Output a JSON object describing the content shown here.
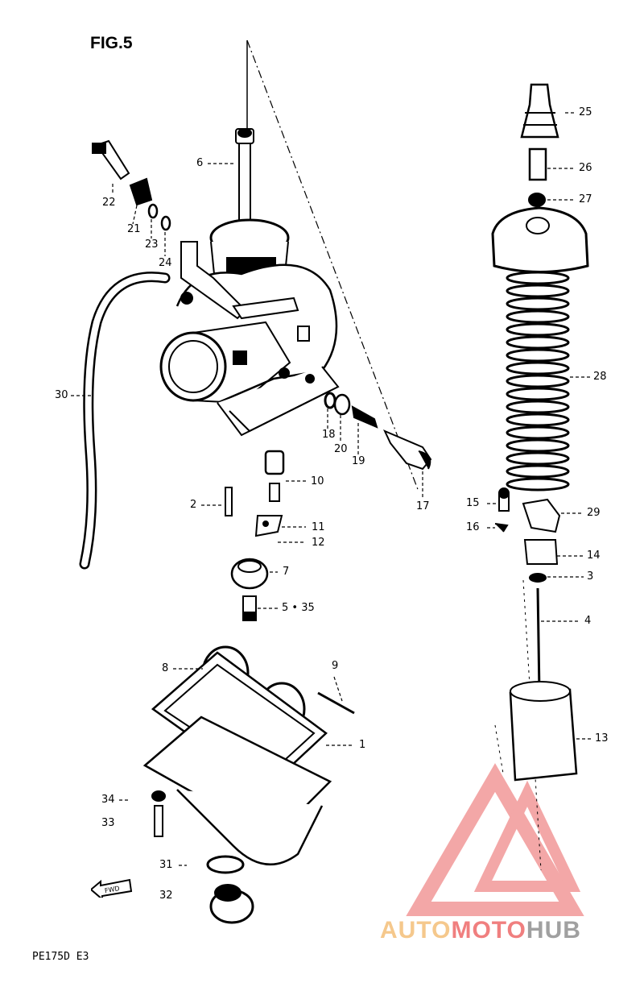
{
  "title": "FIG.5",
  "model_code": "PE175D E3",
  "forward_mark": "FWD",
  "watermark": {
    "part1": "AUTO",
    "part2": "MOTO",
    "part3": "HUB",
    "color1": "#f5c88c",
    "color2": "#f07f7f",
    "color3": "#a0a0a0"
  },
  "labels": {
    "l1": "1",
    "l2": "2",
    "l3": "3",
    "l4": "4",
    "l5": "5 • 35",
    "l6": "6",
    "l7": "7",
    "l8": "8",
    "l9": "9",
    "l10": "10",
    "l11": "11",
    "l12": "12",
    "l13": "13",
    "l14": "14",
    "l15": "15",
    "l16": "16",
    "l17": "17",
    "l18": "18",
    "l19": "19",
    "l20": "20",
    "l21": "21",
    "l22": "22",
    "l23": "23",
    "l24": "24",
    "l25": "25",
    "l26": "26",
    "l27": "27",
    "l28": "28",
    "l29": "29",
    "l30": "30",
    "l31": "31",
    "l32": "32",
    "l33": "33",
    "l34": "34"
  }
}
